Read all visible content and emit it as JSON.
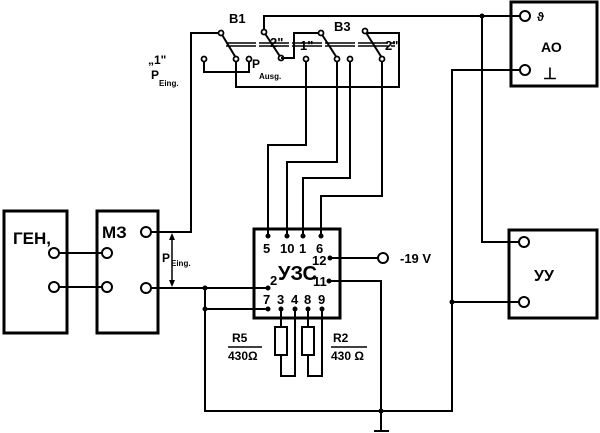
{
  "blocks": {
    "gen": "ГЕН,",
    "mz": "МЗ",
    "uzs": "УЗС",
    "ao": "АО",
    "uu": "УУ"
  },
  "ao_terminals": {
    "signal": "ϑ",
    "ground": "⊥"
  },
  "switches": {
    "b1": "B1",
    "b3": "B3",
    "pos1_left": "„1\"",
    "b1_pos2": "2\"",
    "b3_pos1": "1\"",
    "b3_pos2": "2\""
  },
  "power_labels": {
    "p_top": "P",
    "p_top_sub": "Eing.",
    "p_aus": "P",
    "p_aus_sub": "Ausg.",
    "p_mz": "P",
    "p_mz_sub": "Eing."
  },
  "uzs_pins": {
    "top": [
      "5",
      "10",
      "1",
      "6"
    ],
    "right_upper": "12",
    "right_lower": "11",
    "left": "2",
    "bottom": [
      "7",
      "3",
      "4",
      "8",
      "9"
    ]
  },
  "supply": "-19 V",
  "resistors": [
    {
      "name": "R5",
      "value": "430Ω"
    },
    {
      "name": "R2",
      "value": "430 Ω"
    }
  ]
}
